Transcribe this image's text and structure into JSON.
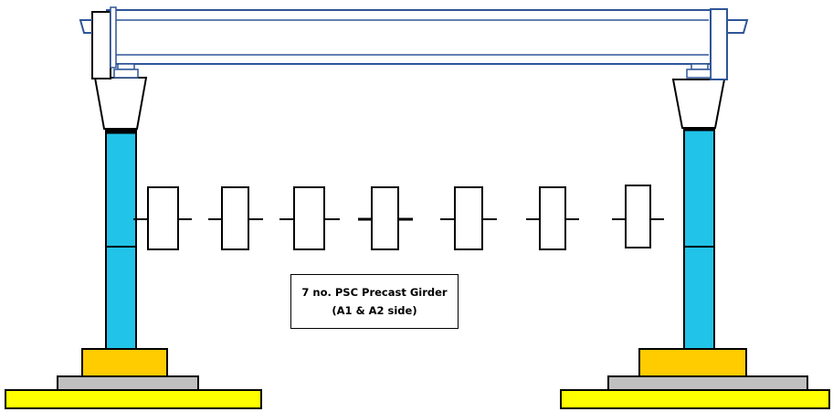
{
  "diagram": {
    "label": {
      "line1": "7 no. PSC Precast Girder",
      "line2": "(A1 & A2 side)"
    },
    "girder_count": 7,
    "colors": {
      "column": "#22c3e8",
      "pedestal": "#ffcc00",
      "base_plate": "#c0c0c0",
      "footing": "#ffff00",
      "gantry_frame": "#2f5597",
      "outline": "#000000"
    }
  }
}
